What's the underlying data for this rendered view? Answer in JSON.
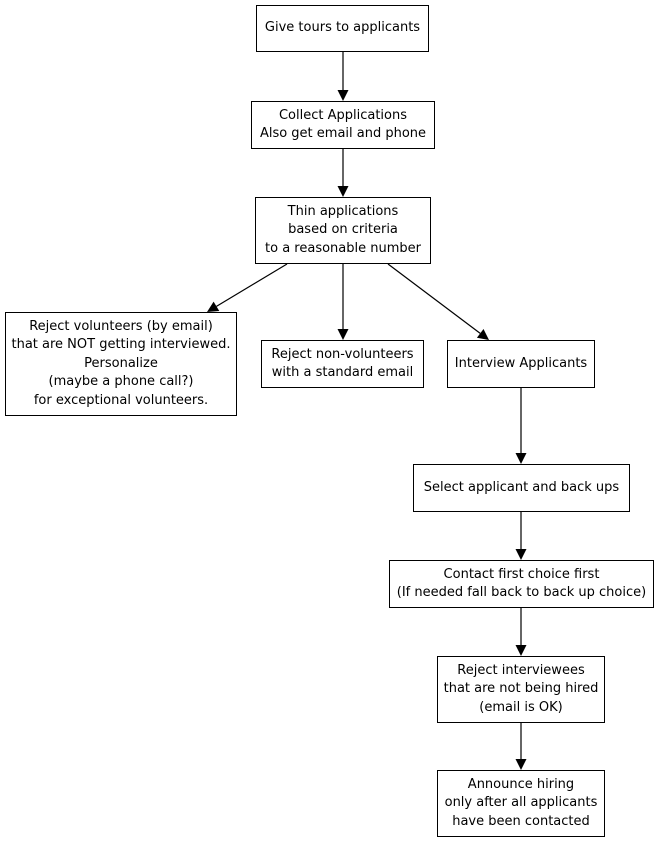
{
  "diagram": {
    "nodes": [
      {
        "id": "tours",
        "lines": [
          "Give tours to applicants"
        ]
      },
      {
        "id": "collect",
        "lines": [
          "Collect Applications",
          "Also get email and phone"
        ]
      },
      {
        "id": "thin",
        "lines": [
          "Thin applications",
          "based on criteria",
          "to a reasonable number"
        ]
      },
      {
        "id": "reject_volunteers",
        "lines": [
          "Reject volunteers (by email)",
          "that are NOT getting interviewed.",
          "Personalize",
          "(maybe a phone call?)",
          "for exceptional volunteers."
        ]
      },
      {
        "id": "reject_nonvolunteers",
        "lines": [
          "Reject non-volunteers",
          "with a standard email"
        ]
      },
      {
        "id": "interview",
        "lines": [
          "Interview Applicants"
        ]
      },
      {
        "id": "select",
        "lines": [
          "Select applicant and back ups"
        ]
      },
      {
        "id": "contact",
        "lines": [
          "Contact first choice first",
          "(If needed fall back to back up choice)"
        ]
      },
      {
        "id": "reject_interviewees",
        "lines": [
          "Reject interviewees",
          "that are not being hired",
          "(email is OK)"
        ]
      },
      {
        "id": "announce",
        "lines": [
          "Announce hiring",
          "only after all applicants",
          "have been contacted"
        ]
      }
    ],
    "edges": [
      {
        "from": "tours",
        "to": "collect"
      },
      {
        "from": "collect",
        "to": "thin"
      },
      {
        "from": "thin",
        "to": "reject_volunteers"
      },
      {
        "from": "thin",
        "to": "reject_nonvolunteers"
      },
      {
        "from": "thin",
        "to": "interview"
      },
      {
        "from": "interview",
        "to": "select"
      },
      {
        "from": "select",
        "to": "contact"
      },
      {
        "from": "contact",
        "to": "reject_interviewees"
      },
      {
        "from": "reject_interviewees",
        "to": "announce"
      }
    ],
    "colors": {
      "stroke": "#000000",
      "fill": "#ffffff",
      "text": "#000000"
    }
  }
}
